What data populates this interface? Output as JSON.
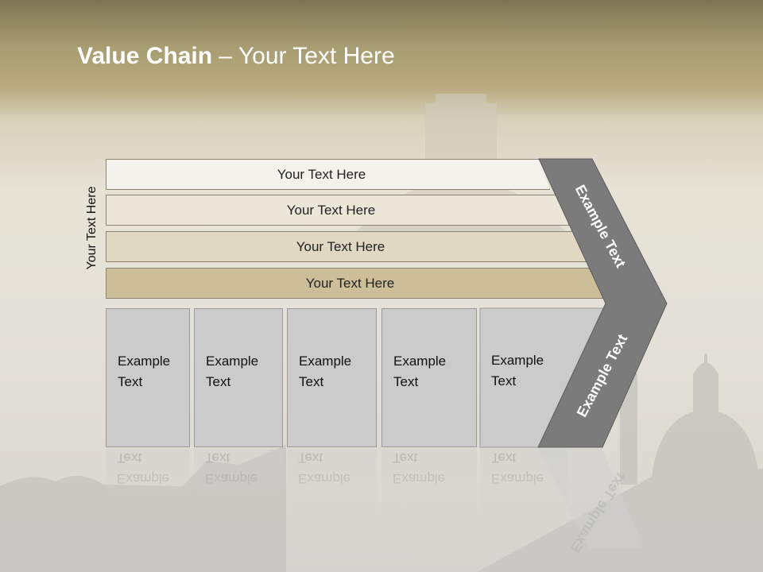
{
  "slide": {
    "title_bold": "Value Chain",
    "title_rest": " – Your Text Here",
    "side_label": "Your Text Here",
    "bars": [
      {
        "label": "Your Text Here",
        "color": "#f4f2ec"
      },
      {
        "label": "Your Text Here",
        "color": "#ece6d8"
      },
      {
        "label": "Your Text Here",
        "color": "#e0d8c2"
      },
      {
        "label": "Your Text Here",
        "color": "#ccbe98"
      }
    ],
    "columns": [
      {
        "label": "Example Text"
      },
      {
        "label": "Example Text"
      },
      {
        "label": "Example Text"
      },
      {
        "label": "Example Text"
      },
      {
        "label": "Example Text"
      }
    ],
    "chevron_top_label": "Example Text",
    "chevron_bottom_label": "Example Text",
    "colors": {
      "chevron": "#7b7b7b",
      "column": "#cbcbcb",
      "title": "#ffffff"
    }
  }
}
